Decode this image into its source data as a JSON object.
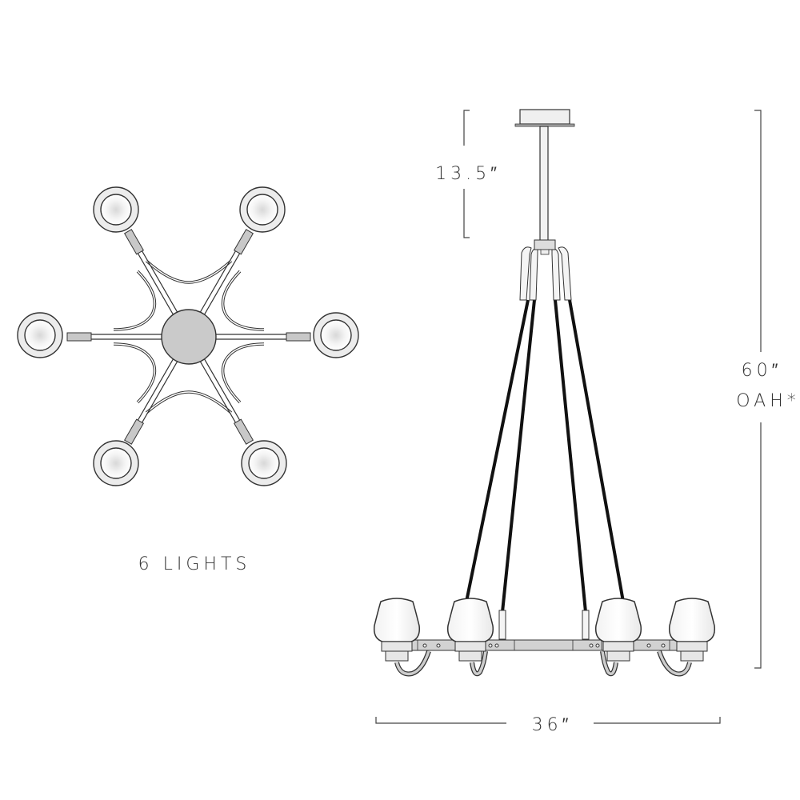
{
  "top_view": {
    "caption": "6 LIGHTS",
    "light_count": 6
  },
  "side_view": {
    "dimensions": {
      "canopy_to_hub": "13.5″",
      "overall_height": "60″",
      "overall_height_note": "OAH*",
      "width": "36″"
    }
  },
  "colors": {
    "metal": "#c8c8c8",
    "cord": "#111111",
    "shade": "#ffffff",
    "outline": "#333333"
  }
}
